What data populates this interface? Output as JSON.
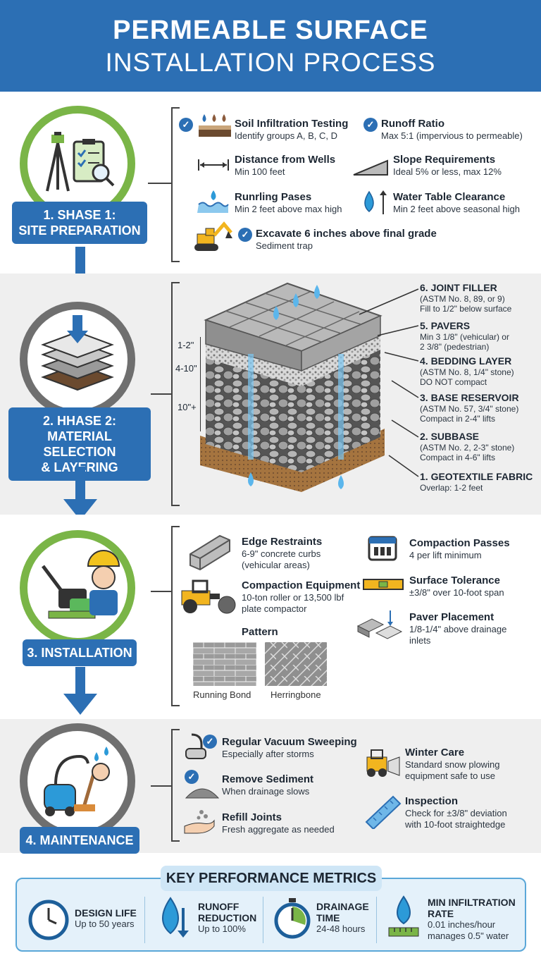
{
  "header": {
    "title_line1": "PERMEABLE SURFACE",
    "title_line2": "INSTALLATION PROCESS"
  },
  "phase1": {
    "label_line1": "1. SHASE 1:",
    "label_line2": "SITE PREPARATION",
    "items": [
      {
        "title": "Soil Infiltration Testing",
        "sub": "Identify groups A, B, C, D"
      },
      {
        "title": "Runoff Ratio",
        "sub": "Max 5:1 (impervious to permeable)"
      },
      {
        "title": "Distance from Wells",
        "sub": "Min 100 feet"
      },
      {
        "title": "Slope Requirements",
        "sub": "Ideal 5% or less, max 12%"
      },
      {
        "title": "Runrling Pases",
        "sub": "Min 2 feet above max high"
      },
      {
        "title": "Water Table Clearance",
        "sub": "Min 2 feet above seasonal high"
      },
      {
        "title": "Excavate 6 inches above final grade",
        "sub": "Sediment trap"
      }
    ]
  },
  "phase2": {
    "label_line1": "2. HHASE 2:",
    "label_line2": "MATERIAL SELECTION",
    "label_line3": "& LAYERING",
    "dims": [
      "1-2\"",
      "4-10\"",
      "10\"+"
    ],
    "layers": [
      {
        "title": "6. JOINT FILLER",
        "sub1": "(ASTM No. 8, 89, or 9)",
        "sub2": "Fill to 1/2\" below surface"
      },
      {
        "title": "5. PAVERS",
        "sub1": "Min 3 1/8\" (vehicular) or",
        "sub2": "2 3/8\" (pedestrian)"
      },
      {
        "title": "4. BEDDING LAYER",
        "sub1": "(ASTM No. 8, 1/4\" stone)",
        "sub2": "DO NOT compact"
      },
      {
        "title": "3. BASE RESERVOIR",
        "sub1": "(ASTM No. 57, 3/4\" stone)",
        "sub2": "Compact in 2-4\" lifts"
      },
      {
        "title": "2. SUBBASE",
        "sub1": "(ASTM No. 2, 2-3\" stone)",
        "sub2": "Compact in 4-6\" lifts"
      },
      {
        "title": "1. GEOTEXTILE FABRIC",
        "sub1": "Overlap: 1-2 feet",
        "sub2": ""
      }
    ]
  },
  "phase3": {
    "label": "3. INSTALLATION",
    "items": [
      {
        "title": "Edge Restraints",
        "sub1": "6-9\" concrete curbs",
        "sub2": "(vehicular areas)"
      },
      {
        "title": "Compaction Equipment",
        "sub1": "10-ton roller or 13,500 lbf",
        "sub2": "plate compactor"
      },
      {
        "title": "Compaction Passes",
        "sub1": "4 per lift minimum",
        "sub2": ""
      },
      {
        "title": "Surface Tolerance",
        "sub1": "±3/8\" over 10-foot span",
        "sub2": ""
      },
      {
        "title": "Paver Placement",
        "sub1": "1/8-1/4\" above drainage",
        "sub2": "inlets"
      }
    ],
    "pattern_title": "Pattern",
    "patterns": [
      "Running Bond",
      "Herringbone"
    ]
  },
  "phase4": {
    "label": "4. MAINTENANCE",
    "items": [
      {
        "title": "Regular Vacuum Sweeping",
        "sub1": "Especially after storms",
        "sub2": ""
      },
      {
        "title": "Remove Sediment",
        "sub1": "When drainage slows",
        "sub2": ""
      },
      {
        "title": "Refill Joints",
        "sub1": "Fresh aggregate as needed",
        "sub2": ""
      },
      {
        "title": "Winter Care",
        "sub1": "Standard snow plowing",
        "sub2": "equipment safe to use"
      },
      {
        "title": "Inspection",
        "sub1": "Check for ±3/8\" deviation",
        "sub2": "with 10-foot straightedge"
      }
    ]
  },
  "metrics": {
    "title": "KEY PERFORMANCE METRICS",
    "items": [
      {
        "title1": "DESIGN LIFE",
        "title2": "",
        "sub1": "Up to 50 years",
        "sub2": ""
      },
      {
        "title1": "RUNOFF",
        "title2": "REDUCTION",
        "sub1": "Up to 100%",
        "sub2": ""
      },
      {
        "title1": "DRAINAGE",
        "title2": "TIME",
        "sub1": "24-48 hours",
        "sub2": ""
      },
      {
        "title1": "MIN INFILTRATION",
        "title2": "RATE",
        "sub1": "0.01 inches/hour",
        "sub2": "manages 0.5\" water"
      }
    ]
  },
  "colors": {
    "blue": "#2c6fb4",
    "green": "#7ab547",
    "gray": "#6f6f6f",
    "band": "#efefef"
  }
}
